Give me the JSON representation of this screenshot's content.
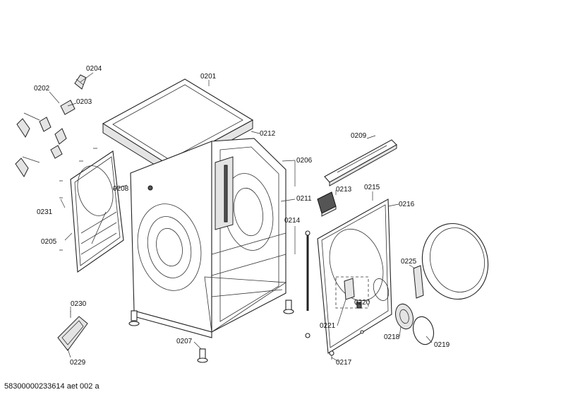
{
  "callouts": {
    "c0201": "0201",
    "c0202": "0202",
    "c0203": "0203",
    "c0204": "0204",
    "c0205": "0205",
    "c0206": "0206",
    "c0207": "0207",
    "c0208": "0208",
    "c0209": "0209",
    "c0211": "0211",
    "c0212": "0212",
    "c0213": "0213",
    "c0214": "0214",
    "c0215": "0215",
    "c0216": "0216",
    "c0217": "0217",
    "c0218": "0218",
    "c0219": "0219",
    "c0220": "0220",
    "c0221": "0221",
    "c0225": "0225",
    "c0229": "0229",
    "c0230": "0230",
    "c0231": "0231"
  },
  "footer": {
    "drawing_id": "58300000233614 aet 002 a"
  },
  "colors": {
    "line": "#222222",
    "background": "#ffffff"
  }
}
